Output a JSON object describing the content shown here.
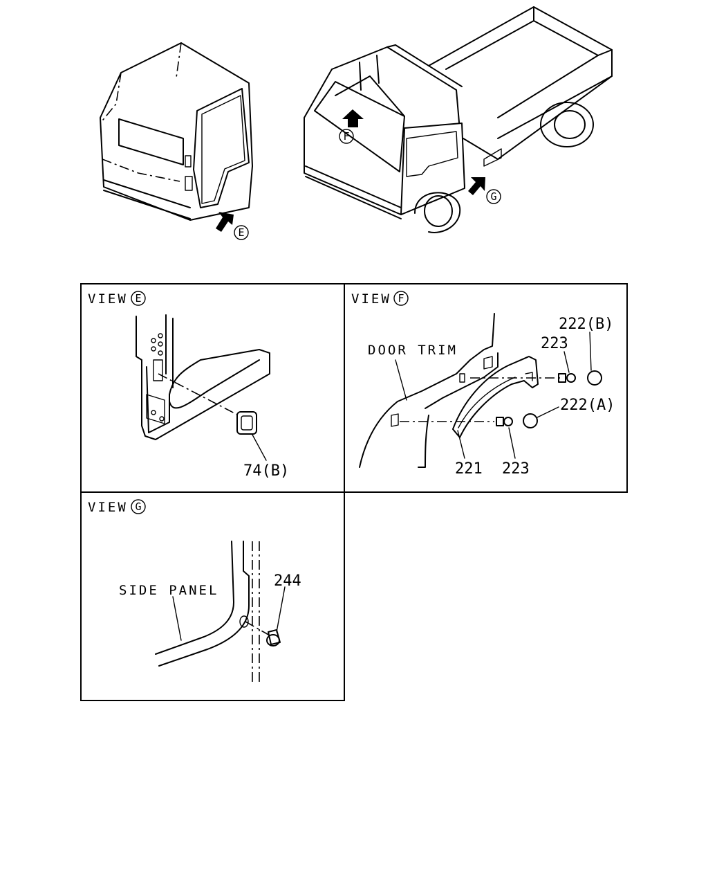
{
  "overview": {
    "marker_e": "E",
    "marker_f": "F",
    "marker_g": "G"
  },
  "panels": {
    "view_e": {
      "title": "VIEW",
      "marker": "E",
      "part_74b": "74(B)"
    },
    "view_f": {
      "title": "VIEW",
      "marker": "F",
      "door_trim": "DOOR TRIM",
      "part_222b": "222(B)",
      "part_223_top": "223",
      "part_222a": "222(A)",
      "part_221": "221",
      "part_223_bottom": "223"
    },
    "view_g": {
      "title": "VIEW",
      "marker": "G",
      "side_panel": "SIDE PANEL",
      "part_244": "244"
    }
  },
  "colors": {
    "line": "#000000",
    "background": "#ffffff"
  }
}
